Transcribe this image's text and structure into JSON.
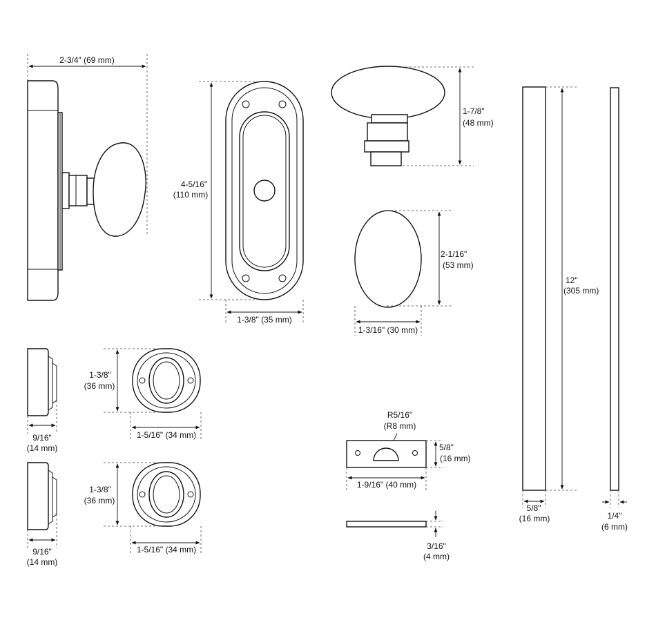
{
  "dimensions": {
    "rose_projection": "2-3/4\" (69 mm)",
    "plate_height_in": "4-5/16\"",
    "plate_height_mm": "(110 mm)",
    "plate_width": "1-3/8\" (35 mm)",
    "knob_depth_in": "1-7/8\"",
    "knob_depth_mm": "(48 mm)",
    "knob_height_in": "2-1/16\"",
    "knob_height_mm": "(53 mm)",
    "knob_width": "1-3/16\" (30 mm)",
    "spindle_length_in": "12\"",
    "spindle_length_mm": "(305 mm)",
    "spindle_width_in": "5/8\"",
    "spindle_width_mm": "(16 mm)",
    "spindle_thickness_in": "1/4\"",
    "spindle_thickness_mm": "(6 mm)",
    "rose1_depth_in": "9/16\"",
    "rose1_depth_mm": "(14 mm)",
    "rose1_height_in": "1-3/8\"",
    "rose1_height_mm": "(36 mm)",
    "rose1_width": "1-5/16\" (34 mm)",
    "rose2_depth_in": "9/16\"",
    "rose2_depth_mm": "(14 mm)",
    "rose2_height_in": "1-3/8\"",
    "rose2_height_mm": "(36 mm)",
    "rose2_width": "1-5/16\" (34 mm)",
    "strike_radius_in": "R5/16\"",
    "strike_radius_mm": "(R8 mm)",
    "strike_height_in": "5/8\"",
    "strike_height_mm": "(16 mm)",
    "strike_width": "1-9/16\" (40 mm)",
    "strike_thickness_in": "3/16\"",
    "strike_thickness_mm": "(4 mm)"
  }
}
